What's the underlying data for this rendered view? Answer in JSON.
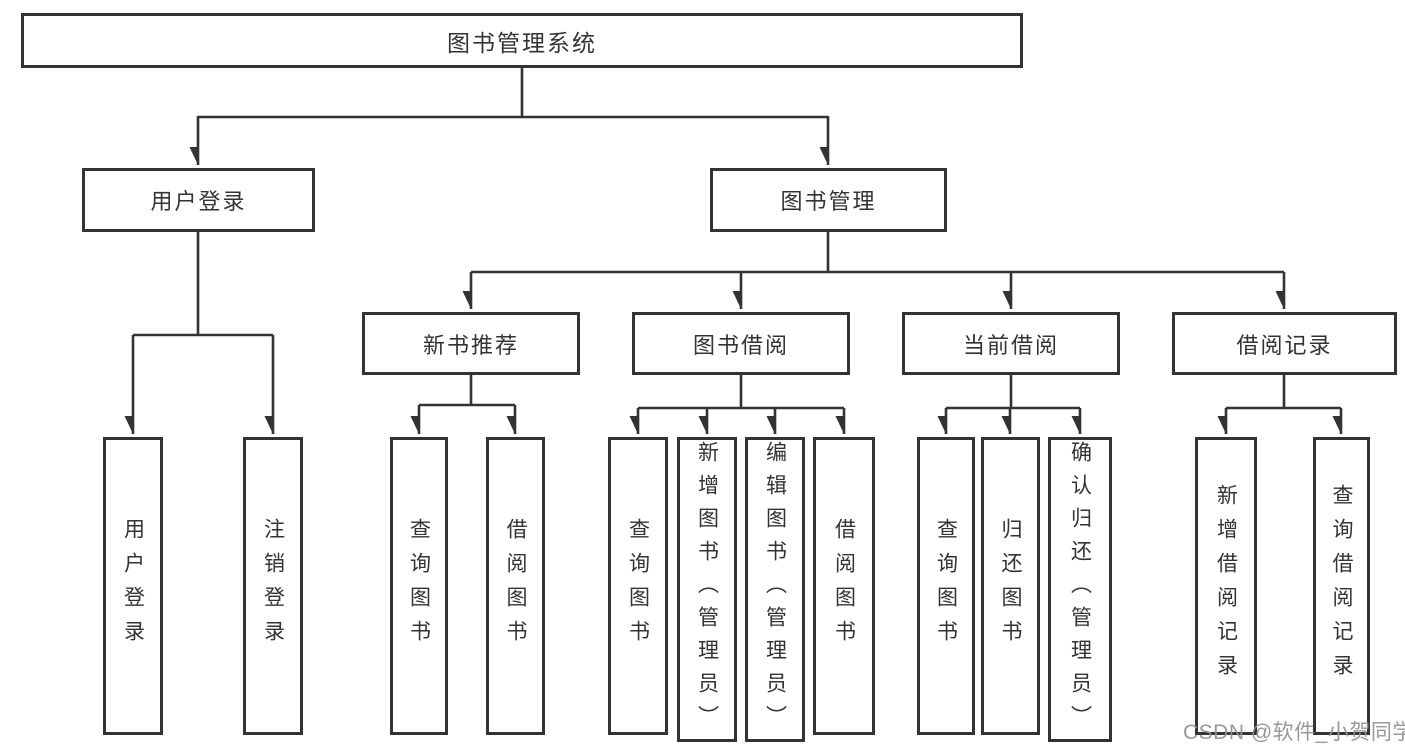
{
  "colors": {
    "line": "#333333",
    "box_border": "#333333",
    "text": "#333333",
    "watermark": "#949494",
    "background": "#ffffff"
  },
  "tree": {
    "root": "图书管理系统",
    "branches": [
      {
        "label": "用户登录",
        "children": [
          "用户登录",
          "注销登录"
        ]
      },
      {
        "label": "图书管理",
        "groups": [
          {
            "label": "新书推荐",
            "children": [
              "查询图书",
              "借阅图书"
            ]
          },
          {
            "label": "图书借阅",
            "children": [
              "查询图书",
              "新增图书（管理员）",
              "编辑图书（管理员）",
              "借阅图书"
            ]
          },
          {
            "label": "当前借阅",
            "children": [
              "查询图书",
              "归还图书",
              "确认归还（管理员）"
            ]
          },
          {
            "label": "借阅记录",
            "children": [
              "新增借阅记录",
              "查询借阅记录"
            ]
          }
        ]
      }
    ]
  },
  "watermark": "CSDN @软件_小贺同学"
}
